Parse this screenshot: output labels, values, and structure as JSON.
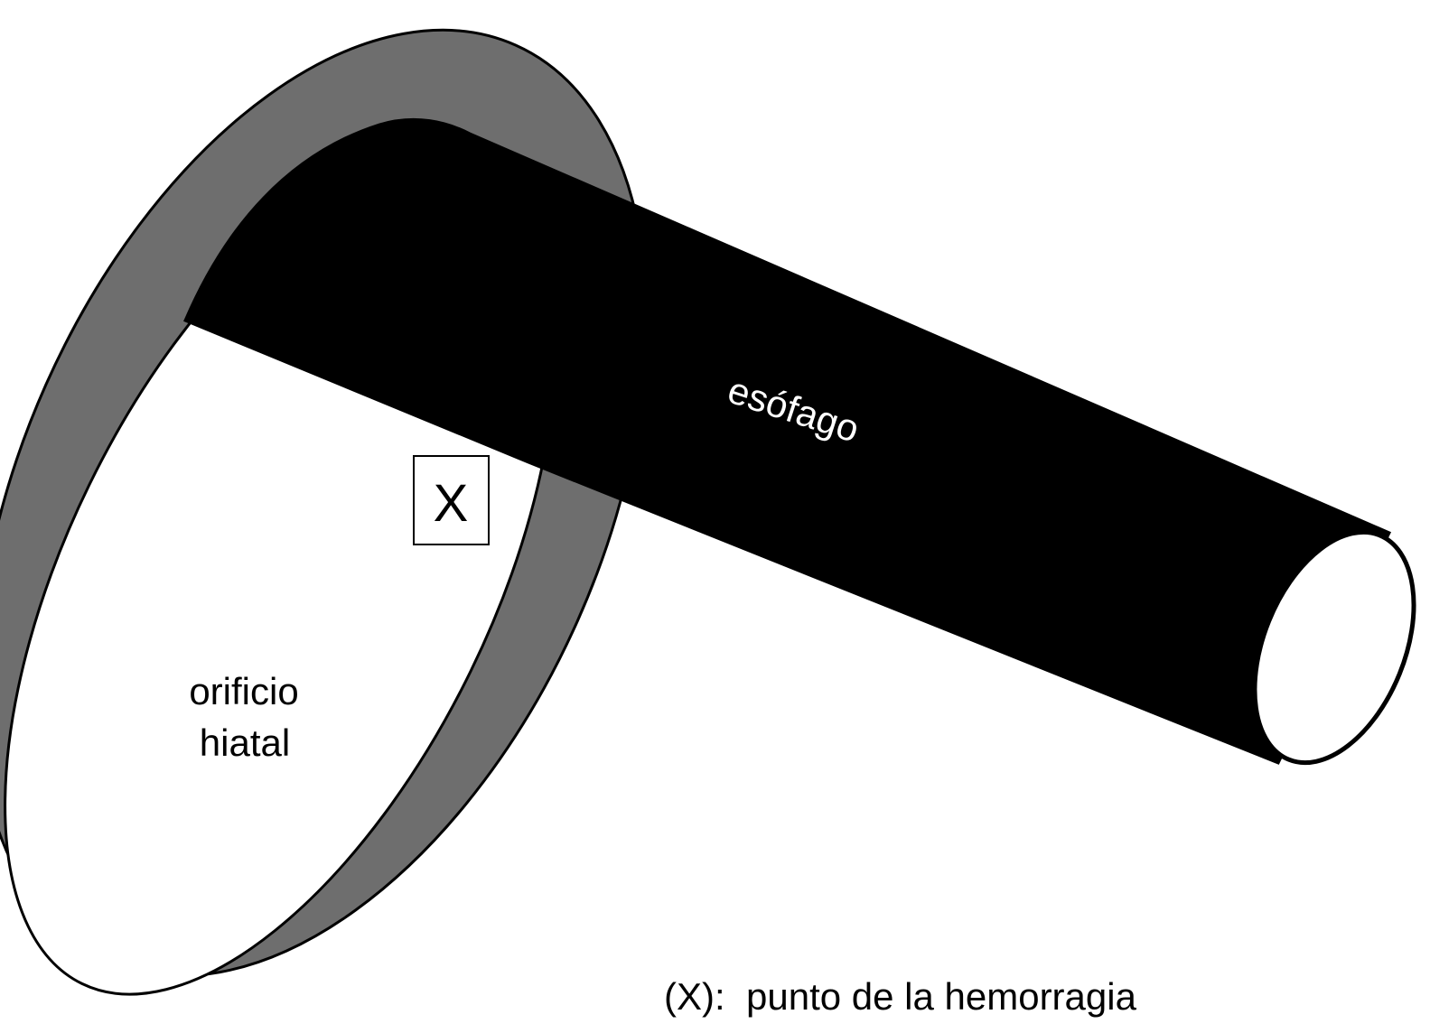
{
  "diagram": {
    "labels": {
      "esophagus": "esófago",
      "hiatal_line1": "orificio",
      "hiatal_line2": "hiatal",
      "marker": "X",
      "legend": "(X):  punto de la hemorragia"
    },
    "colors": {
      "background": "#ffffff",
      "ring_fill": "#6e6e6e",
      "esophagus_fill": "#000000",
      "outline": "#000000",
      "esophagus_text": "#ffffff",
      "text": "#000000"
    }
  }
}
